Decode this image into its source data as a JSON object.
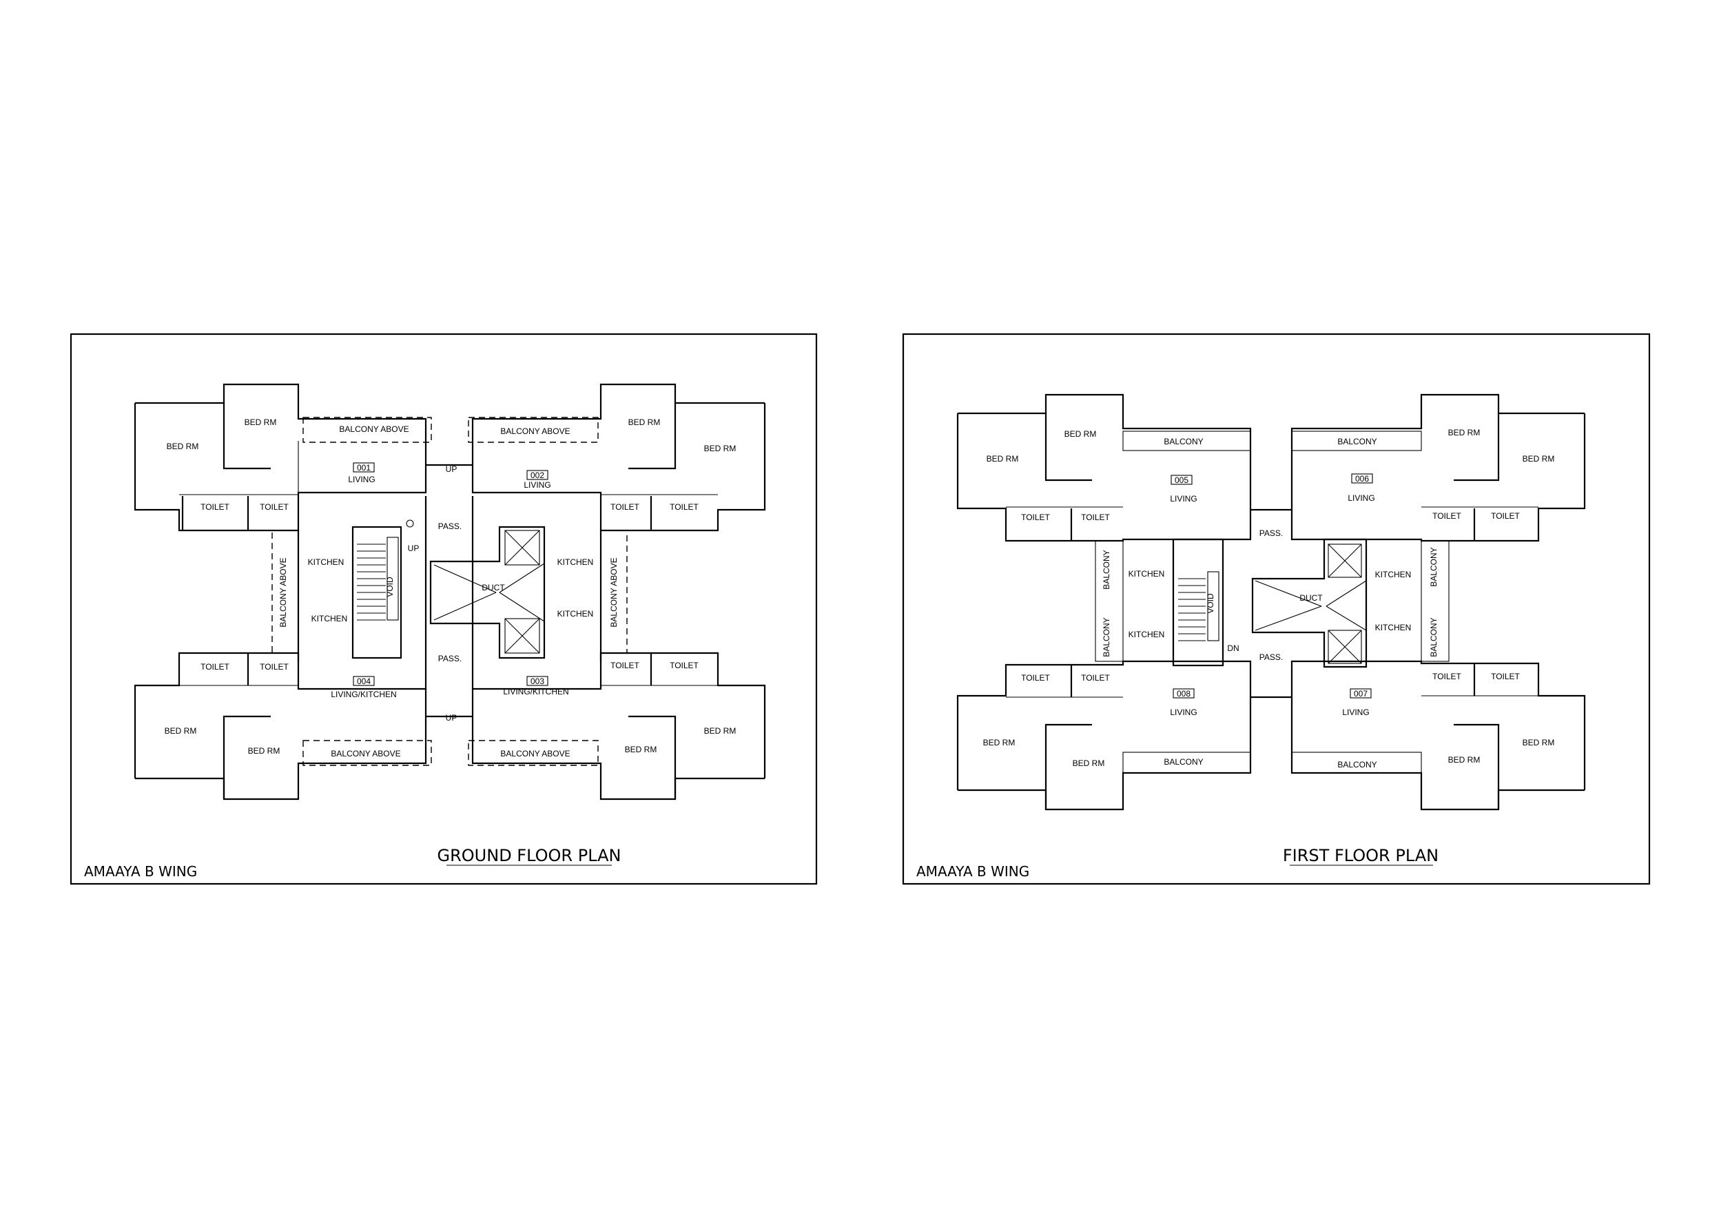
{
  "sheets": [
    {
      "title": "GROUND FLOOR PLAN",
      "wing": "AMAAYA B WING",
      "rooms": {
        "bed_rm": "BED RM",
        "toilet": "TOILET",
        "kitchen": "KITCHEN",
        "balcony_above": "BALCONY ABOVE",
        "living": "LIVING",
        "living_kitchen": "LIVING/KITCHEN",
        "pass": "PASS.",
        "duct": "DUCT",
        "void": "VOID",
        "up": "UP"
      },
      "units": [
        "001",
        "002",
        "003",
        "004"
      ]
    },
    {
      "title": "FIRST FLOOR PLAN",
      "wing": "AMAAYA B WING",
      "rooms": {
        "bed_rm": "BED RM",
        "toilet": "TOILET",
        "kitchen": "KITCHEN",
        "balcony": "BALCONY",
        "living": "LIVING",
        "pass": "PASS.",
        "duct": "DUCT",
        "void": "VOID",
        "dn": "DN"
      },
      "units": [
        "005",
        "006",
        "007",
        "008"
      ]
    }
  ]
}
